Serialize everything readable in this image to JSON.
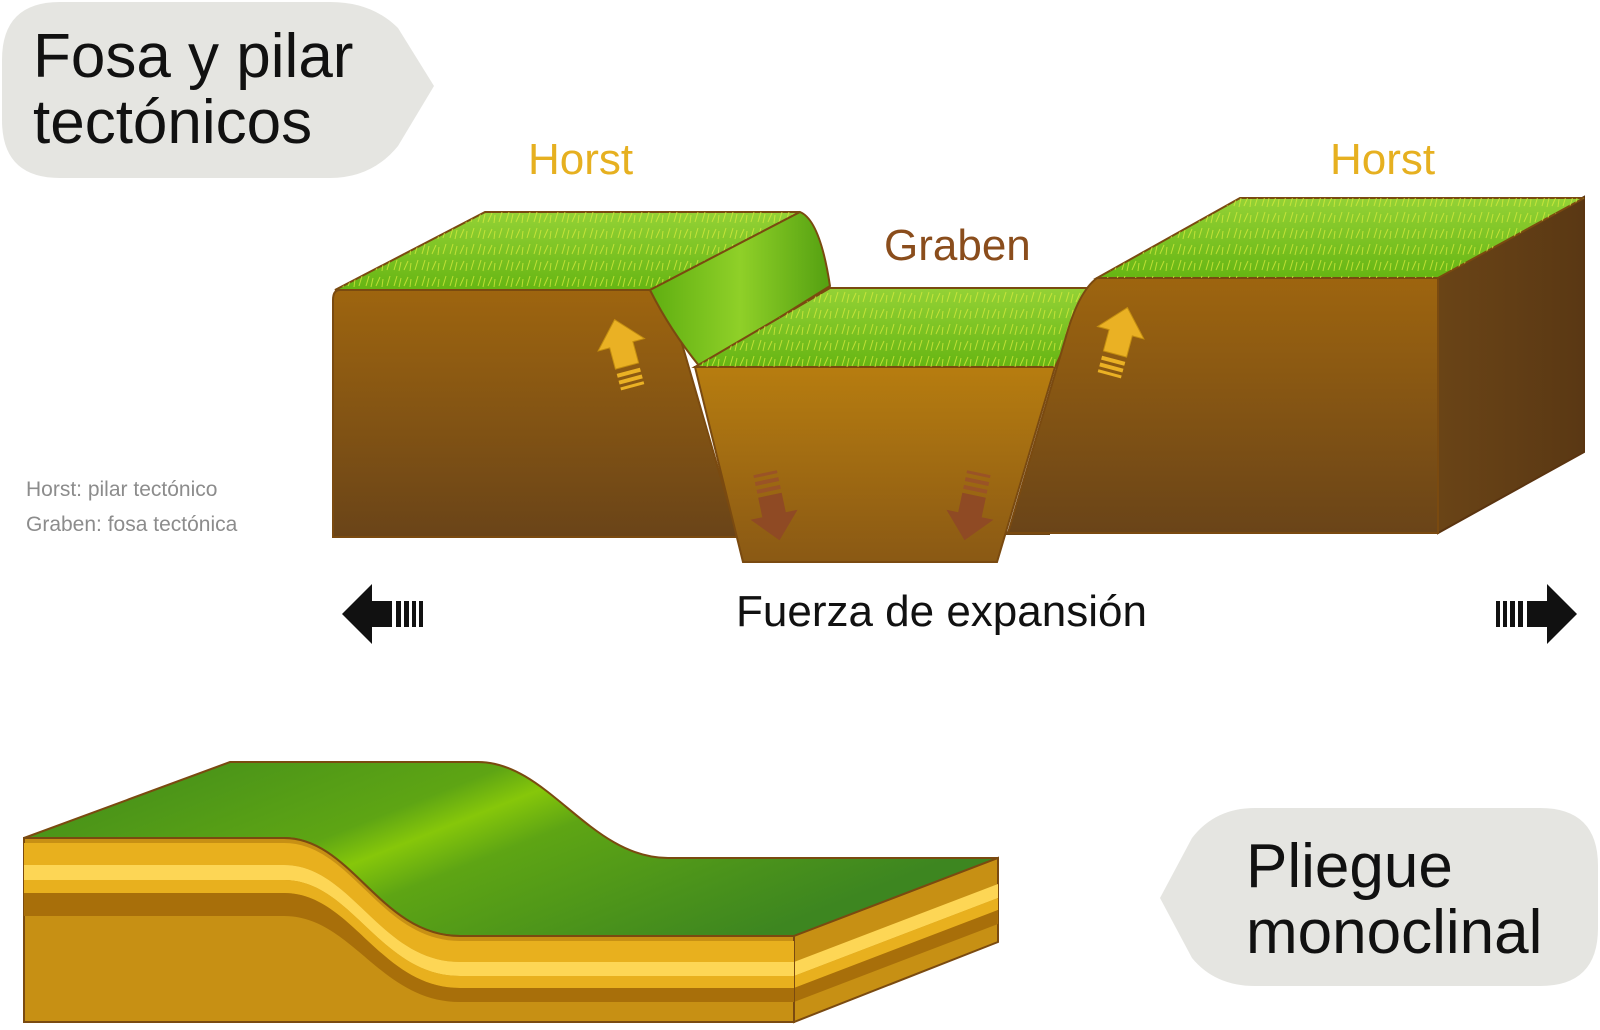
{
  "titles": {
    "top": [
      "Fosa y pilar",
      "tectónicos"
    ],
    "bottom": [
      "Pliegue",
      "monoclinal"
    ]
  },
  "labels": {
    "horst_left": "Horst",
    "horst_right": "Horst",
    "graben": "Graben",
    "force": "Fuerza de expansión"
  },
  "legend": {
    "horst": "Horst: pilar tectónico",
    "graben": "Graben: fosa tectónica"
  },
  "colors": {
    "horst_label": "#e6b020",
    "graben_label": "#8a4d1c",
    "grass": "#7cc21c",
    "soil_dark": "#6b4416",
    "soil_mid": "#9b6410",
    "up_arrow": "#eab124",
    "down_arrow": "#8f4a24",
    "layer_yellow_light": "#fdd655",
    "layer_yellow": "#e8b01e",
    "layer_brown": "#a86f0a",
    "bubble": "#e5e5e1"
  },
  "icons": {
    "up_arrows": "arrow-up-icon",
    "down_arrows": "arrow-down-icon",
    "force_left": "arrow-left-icon",
    "force_right": "arrow-right-icon"
  }
}
